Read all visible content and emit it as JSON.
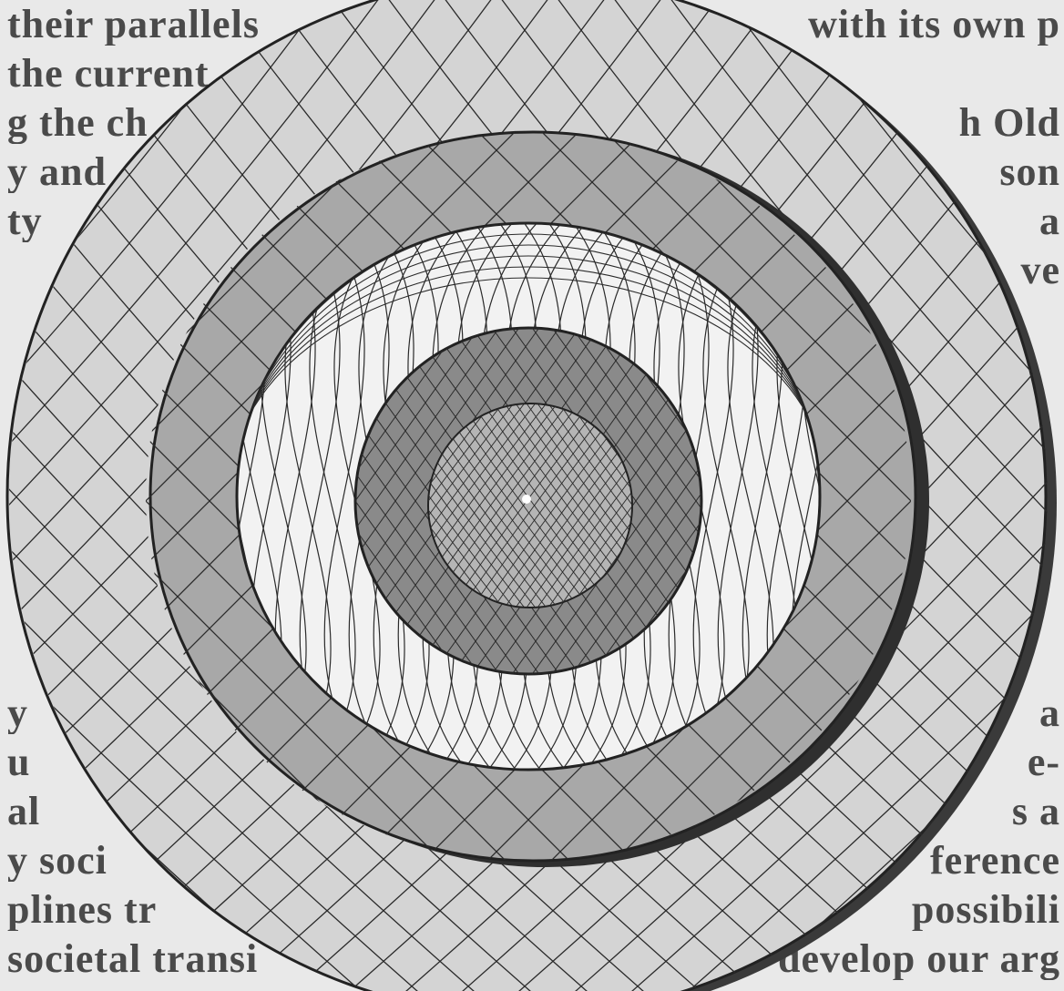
{
  "background_text": {
    "lines": [
      {
        "left": "their parallels",
        "right": "with its own p"
      },
      {
        "left": "the current",
        "right": ""
      },
      {
        "left": "g the ch",
        "right": "h Old"
      },
      {
        "left": "y  and",
        "right": "son"
      },
      {
        "left": "ty",
        "right": "a"
      },
      {
        "left": "",
        "right": "ve"
      },
      {
        "left": "",
        "right": ""
      },
      {
        "left": "",
        "right": ""
      },
      {
        "left": "",
        "right": ""
      },
      {
        "left": "",
        "right": ""
      },
      {
        "left": "",
        "right": ""
      },
      {
        "left": "",
        "right": ""
      },
      {
        "left": "",
        "right": ""
      },
      {
        "left": "",
        "right": ""
      },
      {
        "left": "y",
        "right": "a"
      },
      {
        "left": "u",
        "right": "e-"
      },
      {
        "left": "al",
        "right": "s a"
      },
      {
        "left": "y  soci",
        "right": "ference"
      },
      {
        "left": "plines tr",
        "right": "possibili"
      },
      {
        "left": "societal transi",
        "right": "develop our arg"
      }
    ]
  },
  "colors": {
    "outer_shell": "#d4d4d4",
    "outer_shadow": "#3a3a3a",
    "outer_rim": "#c4c4c4",
    "middle_shell": "#a8a8a8",
    "middle_shadow": "#2f2f2f",
    "inner_sphere": "#8a8a8a",
    "core": "#b5b5b5",
    "light_region": "#f2f2f2",
    "grid": "#2a2a2a"
  }
}
